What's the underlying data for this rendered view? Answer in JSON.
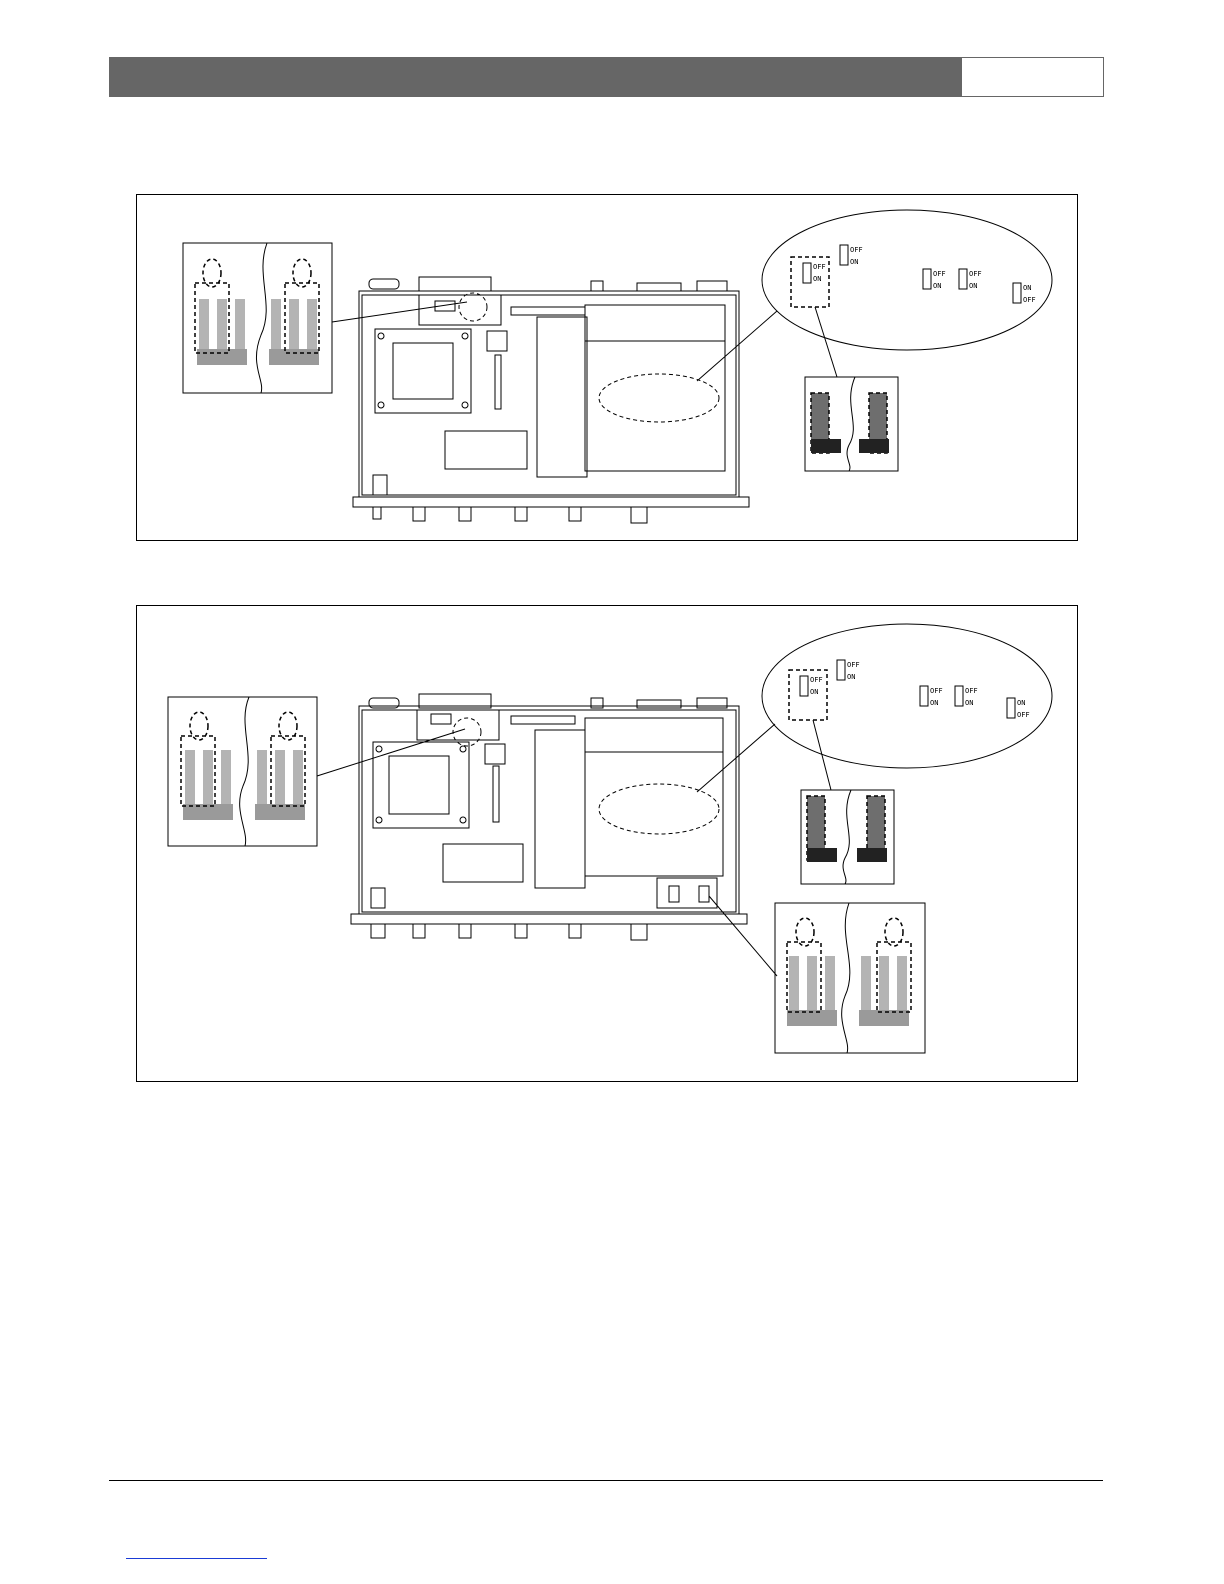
{
  "header": {
    "title": "",
    "page_box": ""
  },
  "figure_top": {
    "switch_labels": {
      "s1_top": "OFF",
      "s1_bottom": "ON",
      "s2_top": "OFF",
      "s2_bottom": "ON",
      "s3_top": "OFF",
      "s3_bottom": "ON",
      "s4_top": "OFF",
      "s4_bottom": "ON",
      "s5_top": "ON",
      "s5_bottom": "OFF"
    }
  },
  "figure_bottom": {
    "switch_labels": {
      "s1_top": "OFF",
      "s1_bottom": "ON",
      "s2_top": "OFF",
      "s2_bottom": "ON",
      "s3_top": "OFF",
      "s3_bottom": "ON",
      "s4_top": "OFF",
      "s4_bottom": "ON",
      "s5_top": "ON",
      "s5_bottom": "OFF"
    }
  },
  "colors": {
    "header_bar": "#666666",
    "jumper_light": "#b4b4b4",
    "jumper_dark": "#6e6e6e",
    "footer_link": "#1a3bd6"
  }
}
